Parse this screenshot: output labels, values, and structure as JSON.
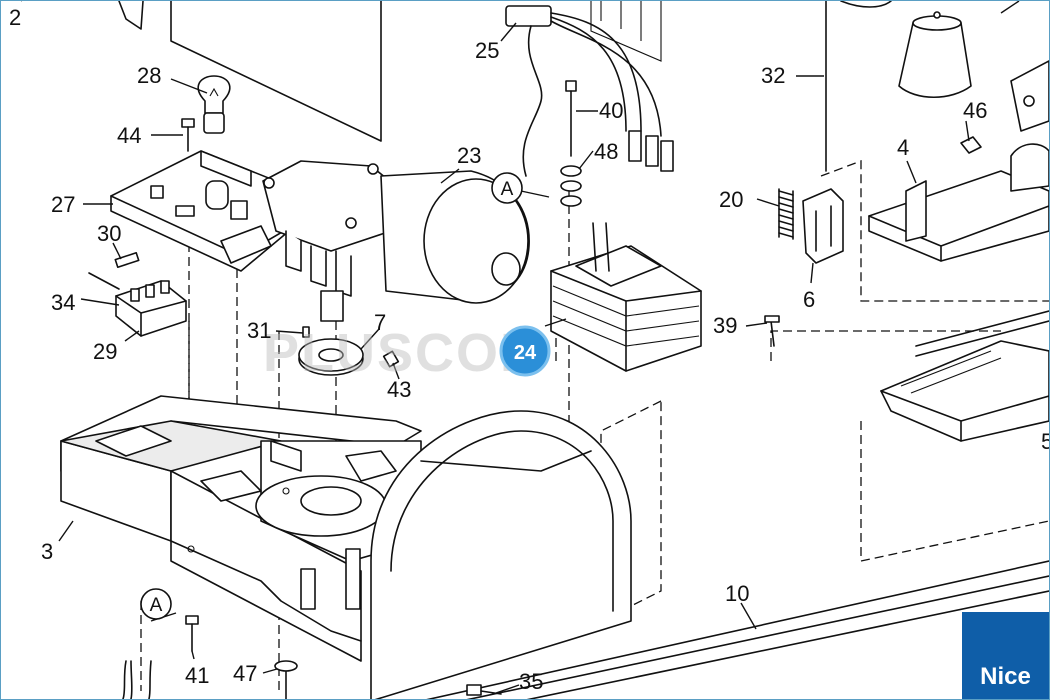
{
  "callouts": [
    {
      "id": "c2",
      "text": "2"
    },
    {
      "id": "c25",
      "text": "25"
    },
    {
      "id": "c28",
      "text": "28"
    },
    {
      "id": "c32",
      "text": "32"
    },
    {
      "id": "c46",
      "text": "46"
    },
    {
      "id": "c44",
      "text": "44"
    },
    {
      "id": "c40",
      "text": "40"
    },
    {
      "id": "c48",
      "text": "48"
    },
    {
      "id": "c23",
      "text": "23"
    },
    {
      "id": "c4",
      "text": "4"
    },
    {
      "id": "c27",
      "text": "27"
    },
    {
      "id": "c20",
      "text": "20"
    },
    {
      "id": "c30",
      "text": "30"
    },
    {
      "id": "c6",
      "text": "6"
    },
    {
      "id": "c34",
      "text": "34"
    },
    {
      "id": "c31",
      "text": "31"
    },
    {
      "id": "c7",
      "text": "7"
    },
    {
      "id": "c39",
      "text": "39"
    },
    {
      "id": "c29",
      "text": "29"
    },
    {
      "id": "c43",
      "text": "43"
    },
    {
      "id": "c3",
      "text": "3"
    },
    {
      "id": "c10",
      "text": "10"
    },
    {
      "id": "c41",
      "text": "41"
    },
    {
      "id": "c47",
      "text": "47"
    },
    {
      "id": "c35",
      "text": "35"
    },
    {
      "id": "c5",
      "text": "5"
    }
  ],
  "connector_markers": {
    "upper": "A",
    "lower": "A"
  },
  "highlight_badge": {
    "text": "24",
    "color": "#2b8fd8"
  },
  "watermark": "PLUSCOM",
  "brand": {
    "name": "Nice",
    "color": "#0f5ea8"
  }
}
